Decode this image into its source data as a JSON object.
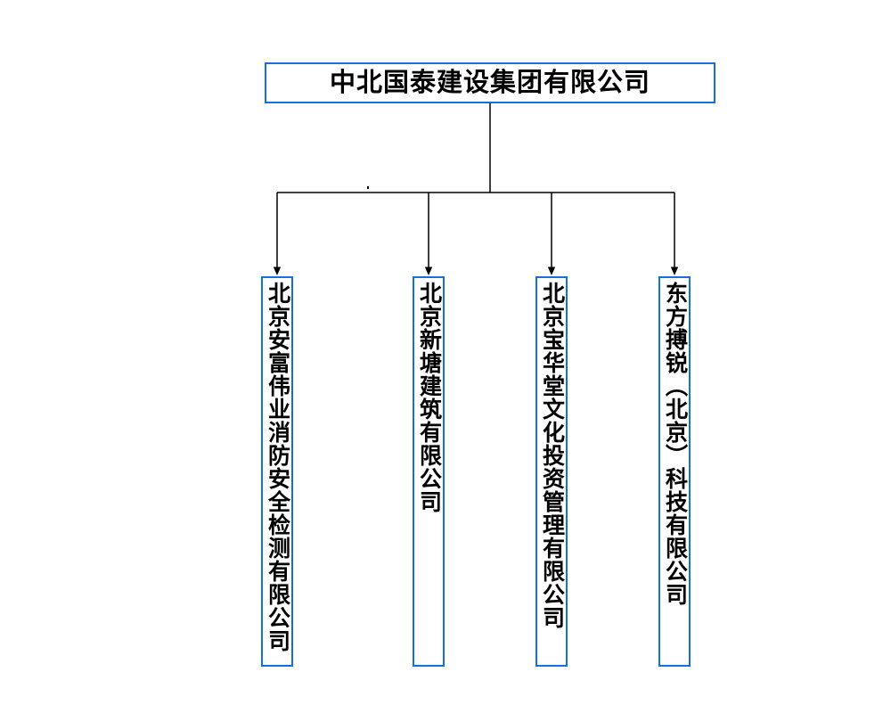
{
  "root": {
    "name": "中北国泰建设集团有限公司"
  },
  "subsidiaries": [
    {
      "name": "北京安富伟业消防安全检测有限公司"
    },
    {
      "name": "北京新塘建筑有限公司"
    },
    {
      "name": "北京宝华堂文化投资管理有限公司"
    },
    {
      "name": "东方搏锐（北京）科技有限公司"
    }
  ],
  "colors": {
    "box_border": "#1470dc",
    "line": "#000000",
    "text": "#000000",
    "background": "#ffffff"
  }
}
